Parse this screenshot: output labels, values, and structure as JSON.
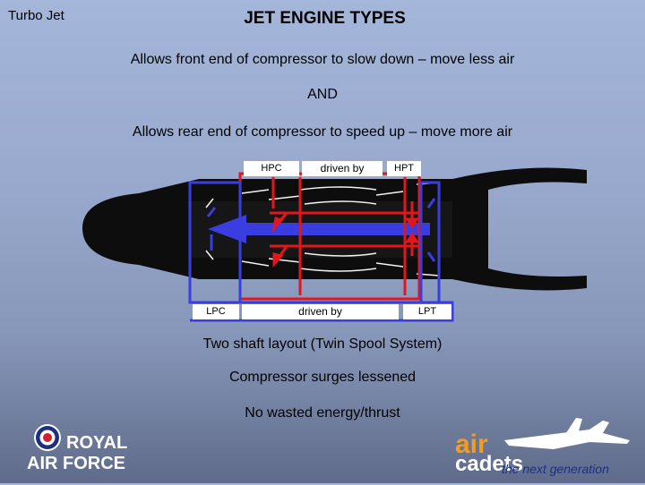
{
  "slide": {
    "section_label": "Turbo Jet",
    "title": "JET ENGINE TYPES",
    "lines": [
      "Allows front end of compressor to slow down – move less air",
      "AND",
      "Allows rear end of compressor to speed up – move more air",
      "Two shaft layout (Twin Spool System)",
      "Compressor surges lessened",
      "No wasted energy/thrust"
    ]
  },
  "diagram": {
    "labels": {
      "hpc": "HPC",
      "driven_by_top": "driven by",
      "hpt": "HPT",
      "lpc": "LPC",
      "driven_by_bottom": "driven by",
      "lpt": "LPT"
    },
    "colors": {
      "hp_spool": "#e3161c",
      "lp_spool": "#3a3ee0",
      "engine": "#111111"
    }
  },
  "logos": {
    "raf": {
      "line1": "ROYAL",
      "line2": "AIR FORCE"
    },
    "air_cadets": {
      "word1": "air",
      "word2": "cadets",
      "tagline": "the next generation"
    }
  }
}
